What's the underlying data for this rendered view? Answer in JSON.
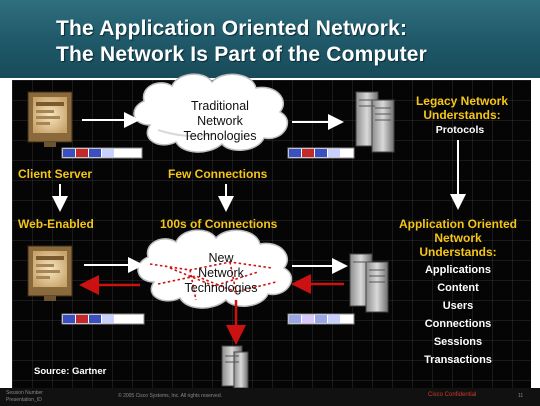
{
  "title": {
    "line1": "The Application Oriented Network:",
    "line2": "The Network Is Part of the Computer"
  },
  "top_cloud": [
    "Traditional",
    "Network",
    "Technologies"
  ],
  "bottom_cloud": [
    "New",
    "Network",
    "Technologies"
  ],
  "labels": {
    "client_server": "Client Server",
    "few_connections": "Few Connections",
    "web_enabled": "Web-Enabled",
    "hundreds_connections": "100s of Connections",
    "source": "Source: Gartner"
  },
  "legacy": {
    "heading": [
      "Legacy Network",
      "Understands:"
    ],
    "item": "Protocols"
  },
  "aon": {
    "heading": [
      "Application Oriented",
      "Network",
      "Understands:"
    ],
    "items": [
      "Applications",
      "Content",
      "Users",
      "Connections",
      "Sessions",
      "Transactions"
    ]
  },
  "footer": {
    "left": [
      "Session Number",
      "Presentation_ID"
    ],
    "copyright": "© 2005 Cisco Systems, Inc. All rights reserved.",
    "confidential": "Cisco Confidential",
    "page": "11"
  },
  "colors": {
    "header": "#1f5868",
    "yellow_text": "#f5c518",
    "red_arrow": "#cc1111",
    "packet_blue": "#3a4fc2",
    "packet_red": "#c42828"
  },
  "icons": [
    "monitor-icon",
    "server-icon",
    "cloud-icon"
  ]
}
